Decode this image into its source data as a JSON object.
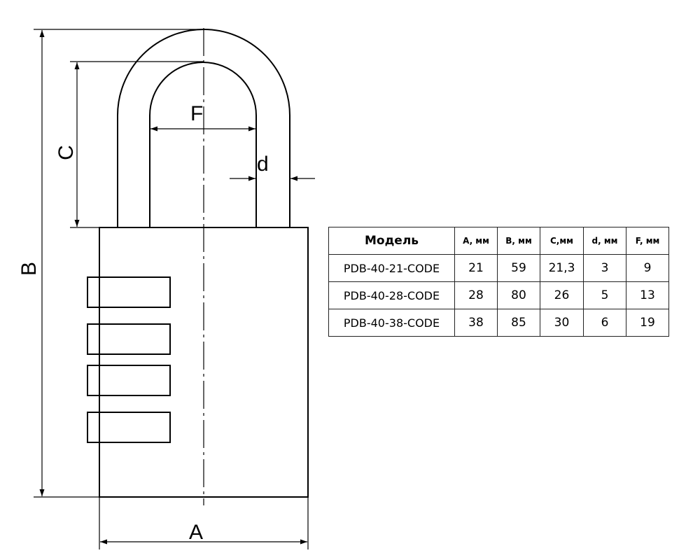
{
  "diagram": {
    "labels": {
      "A": "A",
      "B": "B",
      "C": "C",
      "F": "F",
      "d": "d"
    }
  },
  "table": {
    "headers": [
      "Модель",
      "A, мм",
      "B, мм",
      "C,мм",
      "d, мм",
      "F, мм"
    ],
    "rows": [
      [
        "PDB-40-21-CODE",
        "21",
        "59",
        "21,3",
        "3",
        "9"
      ],
      [
        "PDB-40-28-CODE",
        "28",
        "80",
        "26",
        "5",
        "13"
      ],
      [
        "PDB-40-38-CODE",
        "38",
        "85",
        "30",
        "6",
        "19"
      ]
    ]
  }
}
